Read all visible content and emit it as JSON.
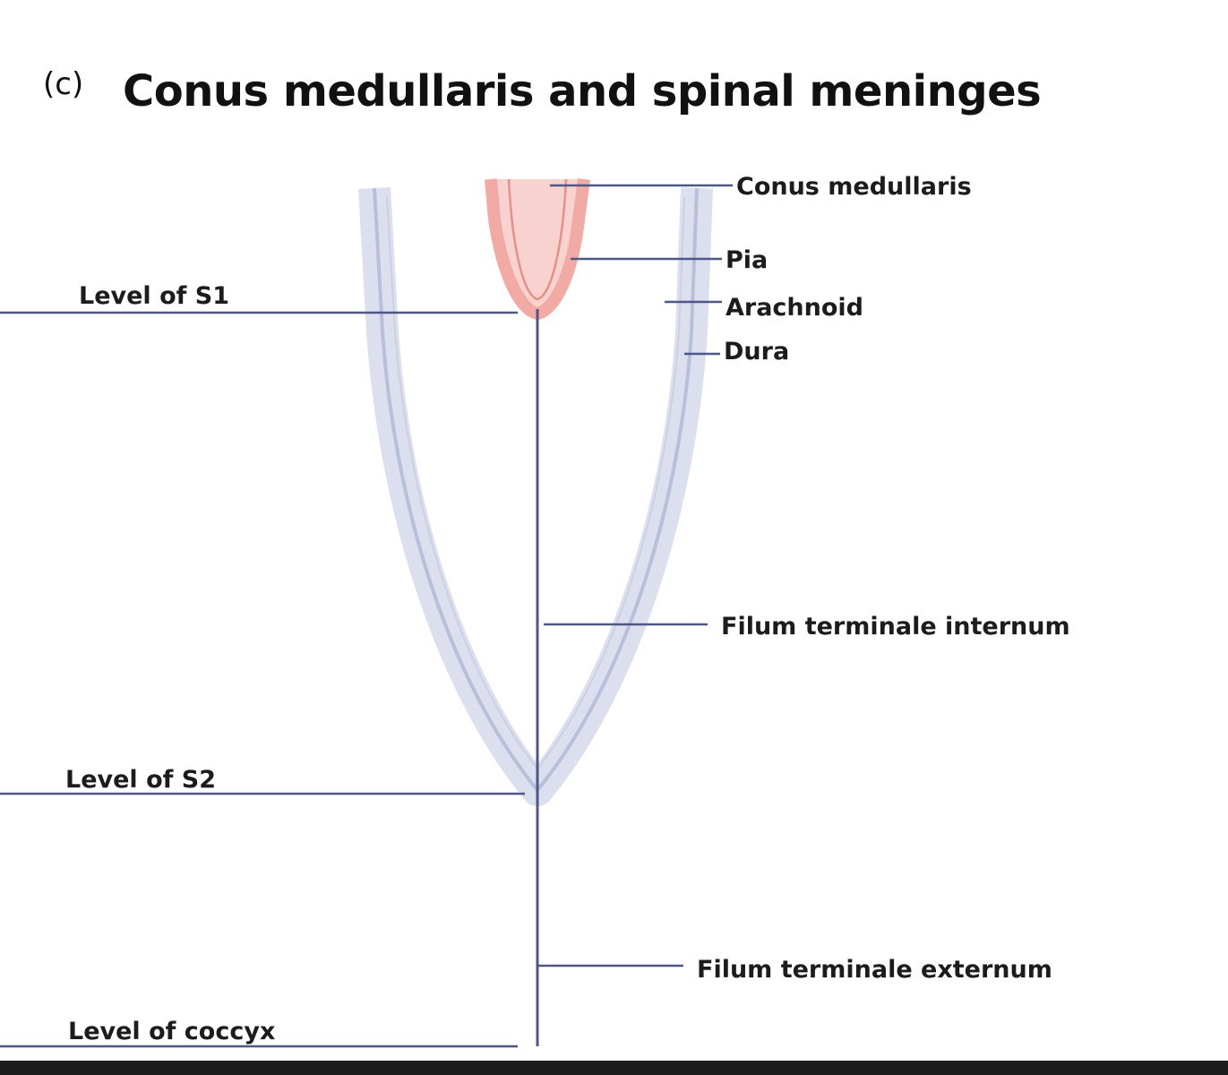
{
  "header": {
    "panel_letter": "(c)",
    "title": "Conus medullaris and spinal meninges"
  },
  "labels": {
    "conus_medullaris": "Conus medullaris",
    "pia": "Pia",
    "arachnoid": "Arachnoid",
    "dura": "Dura",
    "filum_internum": "Filum terminale internum",
    "filum_externum": "Filum terminale externum",
    "level_s1": "Level of S1",
    "level_s2": "Level of S2",
    "level_coccyx": "Level of coccyx"
  },
  "colors": {
    "leader_line": "#4d5887",
    "meninges_fill": "#dcdfed",
    "meninges_stroke": "#b9bfdb",
    "cord_fill": "#f4b9b4",
    "cord_stroke": "#e88f88"
  }
}
